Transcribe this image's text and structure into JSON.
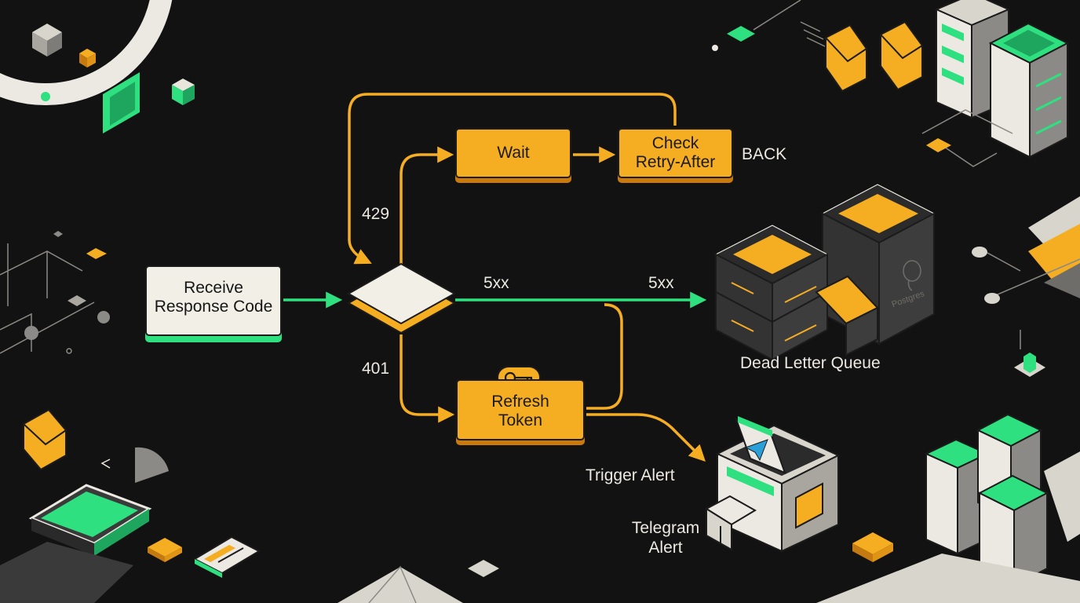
{
  "nodes": {
    "receive": {
      "line1": "Receive",
      "line2": "Response Code"
    },
    "wait": "Wait",
    "check": {
      "line1": "Check",
      "line2": "Retry-After"
    },
    "refresh": {
      "line1": "Refresh",
      "line2": "Token"
    },
    "dead_letter_queue": "Dead Letter Queue",
    "telegram": {
      "line1": "Telegram",
      "line2": "Alert"
    }
  },
  "edges": {
    "back": "BACK",
    "code_429": "429",
    "code_401": "401",
    "code_5xx_a": "5xx",
    "code_5xx_b": "5xx",
    "trigger_alert": "Trigger Alert"
  },
  "icons": {
    "db_logo": "Postgres",
    "key": "key-icon",
    "telegram": "telegram-plane-icon"
  },
  "colors": {
    "background": "#121212",
    "orange": "#f5ad22",
    "green": "#2ee07f",
    "cream": "#f2efe7",
    "dark": "#2b2b2b"
  }
}
